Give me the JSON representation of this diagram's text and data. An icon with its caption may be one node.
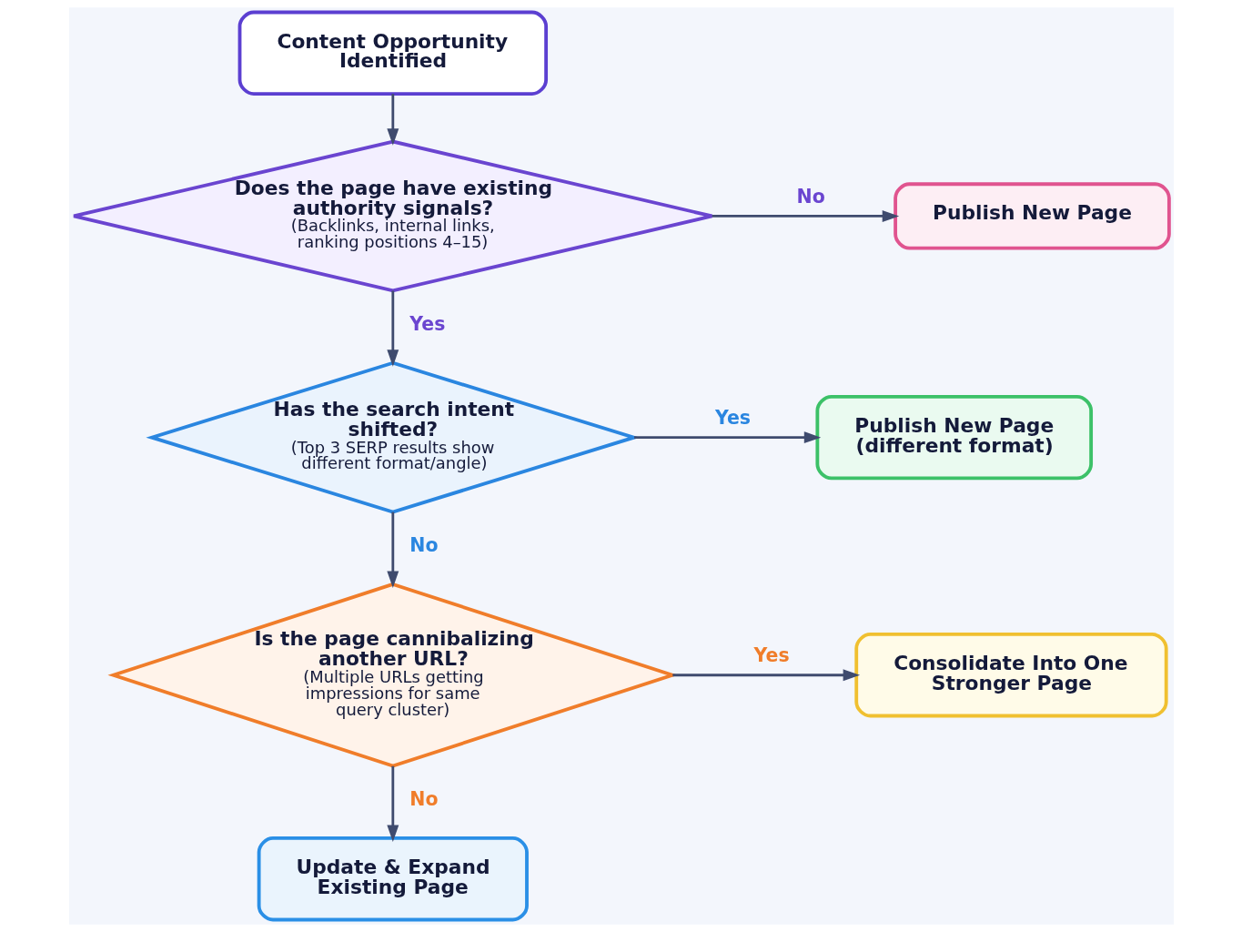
{
  "diagram": {
    "nodes": [
      {
        "text": [
          "Content Opportunity Identified"
        ]
      },
      {
        "text": [
          "Does the page have existing authority signals?",
          "(Backlinks, internal links, ranking positions 4–15)"
        ]
      },
      {
        "text": [
          "Publish New Page"
        ]
      },
      {
        "text": [
          "Has the search intent shifted?",
          "(Top 3 SERP results show different format/angle)"
        ]
      },
      {
        "text": [
          "Publish New Page (different format)"
        ]
      },
      {
        "text": [
          "Is the page cannibalizing another URL?",
          "(Multiple URLs getting impressions for same query cluster)"
        ]
      },
      {
        "text": [
          "Consolidate Into One Stronger Page"
        ]
      },
      {
        "text": [
          "Update & Expand Existing Page"
        ]
      }
    ],
    "edges": [
      {
        "from": 0,
        "to": 1,
        "arrow": "to"
      },
      {
        "from": 1,
        "to": 2,
        "arrow": "to",
        "label": "No"
      },
      {
        "from": 1,
        "to": 3,
        "arrow": "to",
        "label": "Yes"
      },
      {
        "from": 3,
        "to": 4,
        "arrow": "to",
        "label": "Yes"
      },
      {
        "from": 3,
        "to": 5,
        "arrow": "to",
        "label": "No"
      },
      {
        "from": 5,
        "to": 6,
        "arrow": "to",
        "label": "Yes"
      },
      {
        "from": 5,
        "to": 7,
        "arrow": "to",
        "label": "No"
      }
    ]
  }
}
